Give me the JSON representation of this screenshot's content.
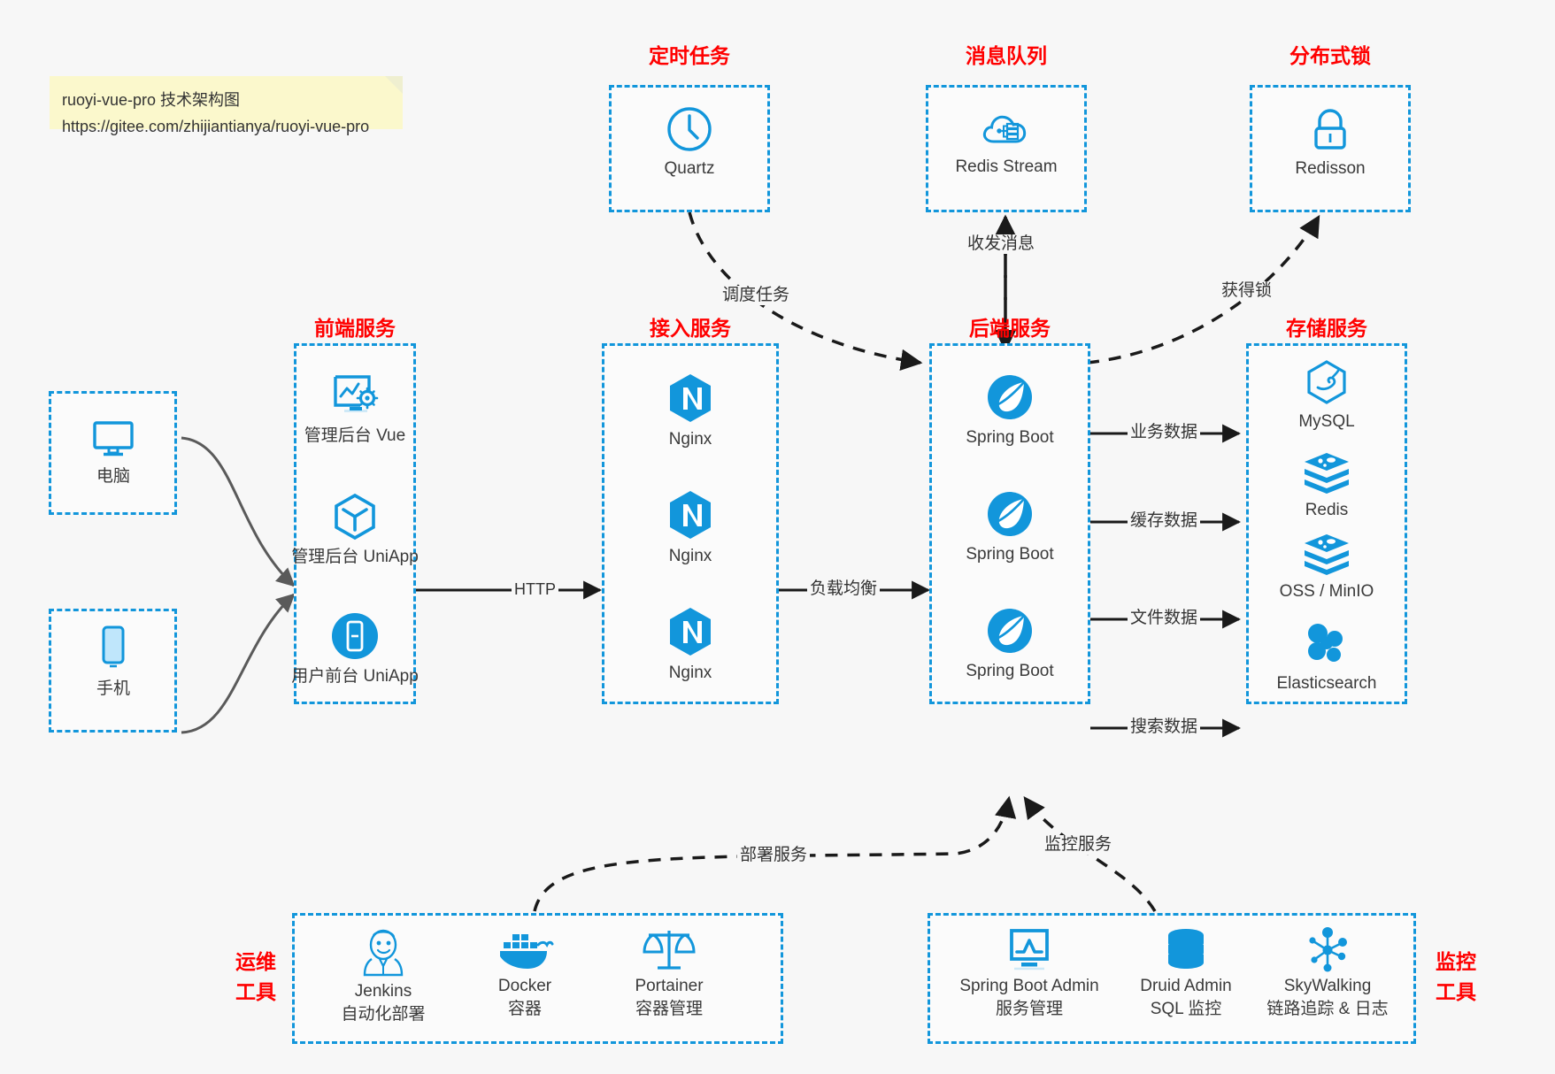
{
  "note": {
    "line1": "ruoyi-vue-pro 技术架构图",
    "line2": "https://gitee.com/zhijiantianya/ruoyi-vue-pro"
  },
  "colors": {
    "accent": "#1296db",
    "group_label": "#ff0000",
    "background": "#f7f7f7",
    "note_bg": "#fbf8cc",
    "text": "#333333",
    "connector": "#555555",
    "arrow_dark": "#1a1a1a"
  },
  "groups": {
    "scheduled_task": {
      "label": "定时任务"
    },
    "message_queue": {
      "label": "消息队列"
    },
    "distributed_lock": {
      "label": "分布式锁"
    },
    "frontend_service": {
      "label": "前端服务"
    },
    "gateway_service": {
      "label": "接入服务"
    },
    "backend_service": {
      "label": "后端服务"
    },
    "storage_service": {
      "label": "存储服务"
    },
    "ops_tools": {
      "label_line1": "运维",
      "label_line2": "工具"
    },
    "monitor_tools": {
      "label_line1": "监控",
      "label_line2": "工具"
    }
  },
  "clients": [
    {
      "id": "pc",
      "label": "电脑",
      "icon": "desktop-monitor-icon"
    },
    {
      "id": "mobile",
      "label": "手机",
      "icon": "smartphone-icon"
    }
  ],
  "scheduled_task_nodes": [
    {
      "label": "Quartz",
      "icon": "clock-icon"
    }
  ],
  "message_queue_nodes": [
    {
      "label": "Redis Stream",
      "icon": "cloud-stream-icon"
    }
  ],
  "distributed_lock_nodes": [
    {
      "label": "Redisson",
      "icon": "lock-icon"
    }
  ],
  "frontend_nodes": [
    {
      "label": "管理后台 Vue",
      "icon": "dashboard-settings-icon"
    },
    {
      "label": "管理后台 UniApp",
      "icon": "cube-icon"
    },
    {
      "label": "用户前台 UniApp",
      "icon": "mobile-app-icon"
    }
  ],
  "gateway_nodes": [
    {
      "label": "Nginx",
      "icon": "nginx-icon"
    },
    {
      "label": "Nginx",
      "icon": "nginx-icon"
    },
    {
      "label": "Nginx",
      "icon": "nginx-icon"
    }
  ],
  "backend_nodes": [
    {
      "label": "Spring Boot",
      "icon": "spring-boot-icon"
    },
    {
      "label": "Spring Boot",
      "icon": "spring-boot-icon"
    },
    {
      "label": "Spring Boot",
      "icon": "spring-boot-icon"
    }
  ],
  "storage_nodes": [
    {
      "label": "MySQL",
      "icon": "mysql-icon"
    },
    {
      "label": "Redis",
      "icon": "redis-icon"
    },
    {
      "label": "OSS / MinIO",
      "icon": "oss-minio-icon"
    },
    {
      "label": "Elasticsearch",
      "icon": "elasticsearch-icon"
    }
  ],
  "ops_nodes": [
    {
      "name": "Jenkins",
      "desc": "自动化部署",
      "icon": "jenkins-icon"
    },
    {
      "name": "Docker",
      "desc": "容器",
      "icon": "docker-icon"
    },
    {
      "name": "Portainer",
      "desc": "容器管理",
      "icon": "scales-icon"
    }
  ],
  "monitor_nodes": [
    {
      "name": "Spring Boot Admin",
      "desc": "服务管理",
      "icon": "monitor-chart-icon"
    },
    {
      "name": "Druid Admin",
      "desc": "SQL 监控",
      "icon": "database-icon"
    },
    {
      "name": "SkyWalking",
      "desc": "链路追踪 & 日志",
      "icon": "skywalking-icon"
    }
  ],
  "edges": {
    "http": "HTTP",
    "load_balance": "负载均衡",
    "schedule_task": "调度任务",
    "send_receive_message": "收发消息",
    "acquire_lock": "获得锁",
    "business_data": "业务数据",
    "cache_data": "缓存数据",
    "file_data": "文件数据",
    "search_data": "搜索数据",
    "deploy_service": "部署服务",
    "monitor_service": "监控服务"
  }
}
